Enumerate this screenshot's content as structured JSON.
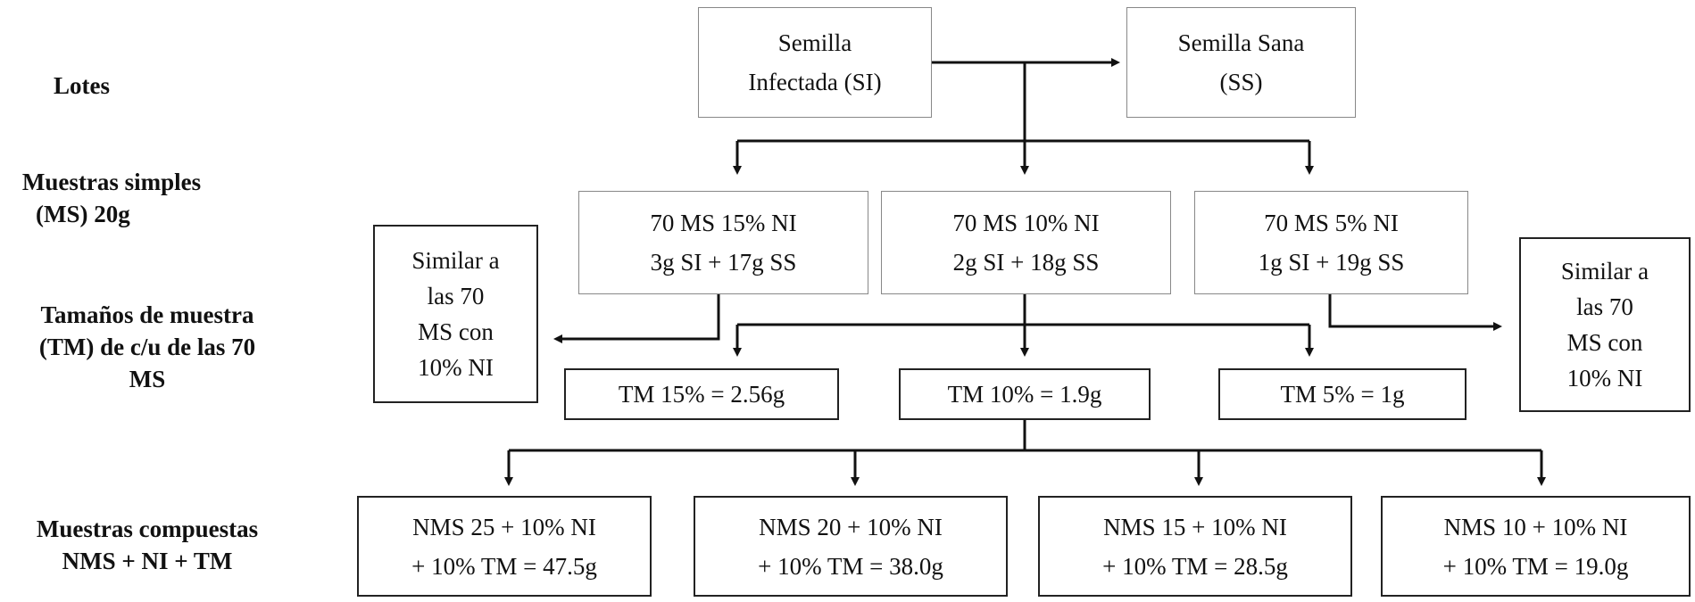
{
  "rows": {
    "lotes": [
      "Lotes"
    ],
    "muestras_simples": [
      "Muestras simples",
      "(MS) 20g"
    ],
    "tamanos": [
      "Tamaños de muestra",
      "(TM) de c/u de las 70",
      "MS"
    ],
    "compuestas": [
      "Muestras compuestas",
      "NMS + NI + TM"
    ]
  },
  "lotes": {
    "si": [
      "Semilla",
      "Infectada (SI)"
    ],
    "ss": [
      "Semilla Sana",
      "(SS)"
    ]
  },
  "ms": [
    [
      "70 MS 15% NI",
      "3g SI + 17g SS"
    ],
    [
      "70 MS 10% NI",
      "2g SI + 18g SS"
    ],
    [
      "70 MS 5% NI",
      "1g SI + 19g SS"
    ]
  ],
  "similar_left": [
    "Similar a",
    "las 70",
    "MS con",
    "10% NI"
  ],
  "similar_right": [
    "Similar a",
    "las 70",
    "MS con",
    "10% NI"
  ],
  "tm": [
    "TM 15% = 2.56g",
    "TM 10% = 1.9g",
    "TM 5% = 1g"
  ],
  "compuestas": [
    [
      "NMS 25 + 10% NI",
      "+ 10% TM = 47.5g"
    ],
    [
      "NMS 20 + 10% NI",
      "+ 10% TM = 38.0g"
    ],
    [
      "NMS 15 + 10% NI",
      "+ 10% TM = 28.5g"
    ],
    [
      "NMS 10 + 10% NI",
      "+ 10% TM = 19.0g"
    ]
  ]
}
